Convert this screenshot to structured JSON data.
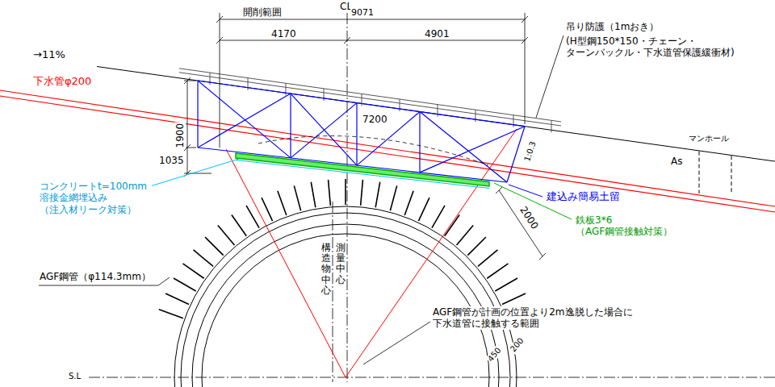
{
  "diagram": {
    "labels": [
      "開削範囲",
      "CL",
      "9071",
      "4170",
      "4901",
      "→11%",
      "下水管φ200",
      "吊り防護（1mおき）",
      "(H型鋼150*150・チェーン・ ターンバックル・下水道管保護緩衝材)",
      "1900",
      "7200",
      "1035",
      "1:0.3",
      "マンホール",
      "As",
      "建込み簡易土留",
      "コンクリートt=100mm 溶接金網埋込み （注入材リーク対策）",
      "2000",
      "鉄板3*6 （AGF鋼管接触対策）",
      "AGF鋼管（φ114.3mm）",
      "構造物中心",
      "測量中心",
      "450",
      "200",
      "AGF鋼管が計画の位置より2m逸脱した場合に 下水道管に接触する範囲",
      "S.L"
    ]
  }
}
